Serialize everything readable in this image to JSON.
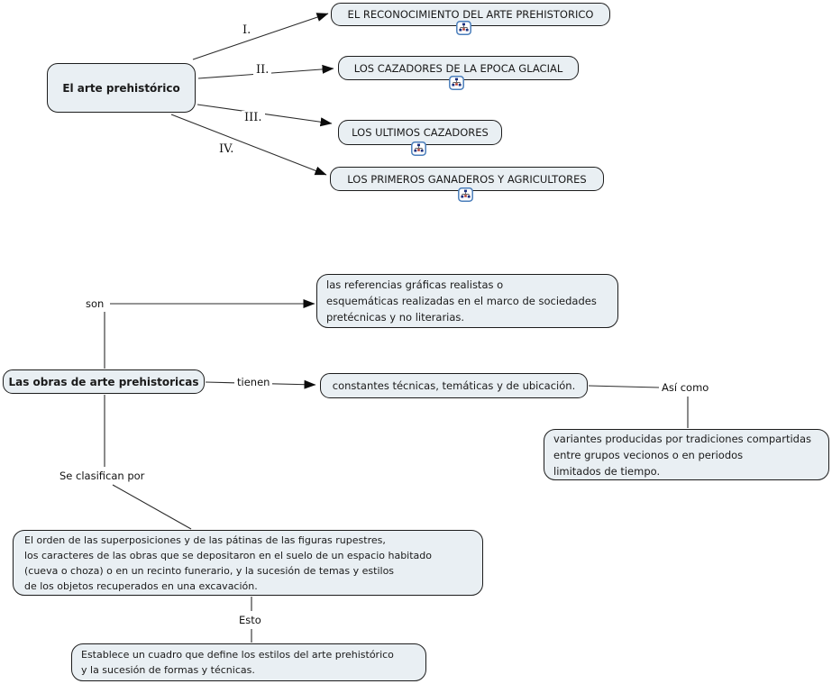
{
  "colors": {
    "node_fill": "#e9eff3",
    "node_border": "#1c1c1c",
    "line": "#2b2b2b",
    "icon_border": "#4a7ebb",
    "icon_node_navy": "#1b2f7e",
    "icon_node_red": "#b03a2e"
  },
  "nodes": {
    "root": "El arte prehistórico",
    "topic1": "EL RECONOCIMIENTO DEL ARTE PREHISTORICO",
    "topic2": "LOS CAZADORES DE LA EPOCA GLACIAL",
    "topic3": "LOS ULTIMOS CAZADORES",
    "topic4": "LOS PRIMEROS GANADEROS Y AGRICULTORES",
    "main": "Las obras de arte prehistoricas",
    "referencias": "las referencias gráficas realistas o\nesquemáticas realizadas en el marco de sociedades\npretécnicas y no literarias.",
    "constantes": "constantes técnicas, temáticas y de ubicación.",
    "variantes": "variantes producidas por tradiciones compartidas\nentre grupos vecionos o en periodos\nlimitados de tiempo.",
    "orden": "El orden de las superposiciones y de las pátinas de las figuras rupestres,\nlos caracteres de las obras que se depositaron en el suelo de un espacio habitado\n(cueva o choza) o en un recinto funerario, y la sucesión de temas y estilos\nde los objetos recuperados en una excavación.",
    "establece": "Establece un cuadro que define los estilos del arte prehistórico\ny la sucesión de formas y técnicas."
  },
  "labels": {
    "numeral1": "I.",
    "numeral2": "II.",
    "numeral3": "III.",
    "numeral4": "IV.",
    "son": "son",
    "tienen": "tienen",
    "asi_como": "Así como",
    "se_clasifican": "Se clasifican por",
    "esto": "Esto"
  }
}
